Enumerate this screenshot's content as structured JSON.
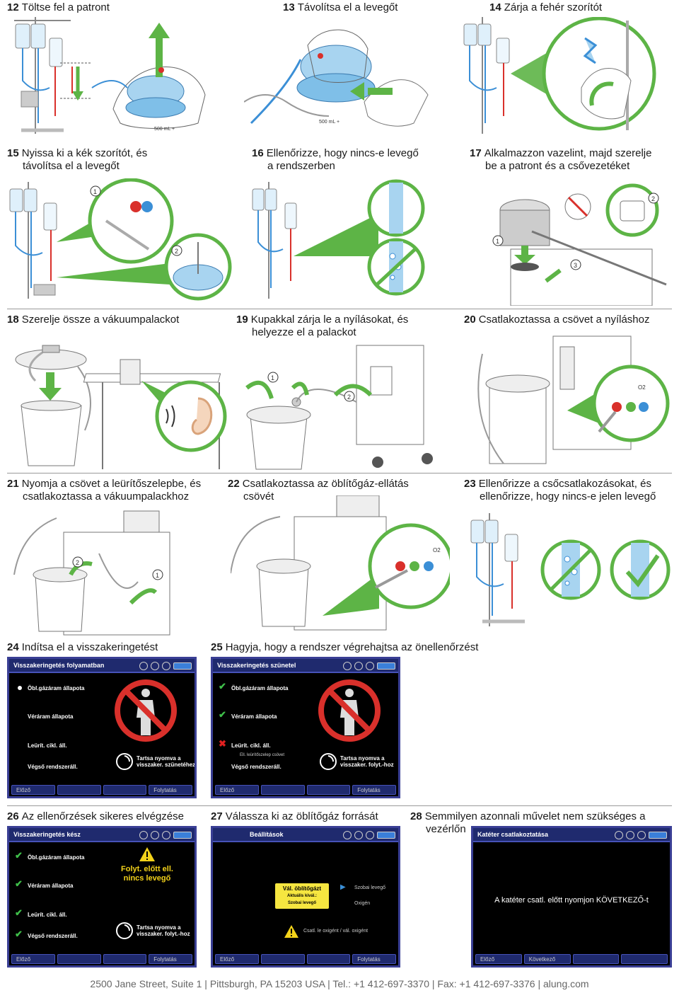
{
  "steps": [
    {
      "num": "12",
      "title": "Töltse fel a patront",
      "line2": ""
    },
    {
      "num": "13",
      "title": "Távolítsa el a levegőt",
      "line2": ""
    },
    {
      "num": "14",
      "title": "Zárja a fehér szorítót",
      "line2": ""
    },
    {
      "num": "15",
      "title": "Nyissa ki a kék szorítót, és",
      "line2": "távolítsa el a levegőt"
    },
    {
      "num": "16",
      "title": "Ellenőrizze, hogy nincs-e levegő",
      "line2": "a rendszerben"
    },
    {
      "num": "17",
      "title": "Alkalmazzon vazelint, majd szerelje",
      "line2": "be a patront és a csővezetéket"
    },
    {
      "num": "18",
      "title": "Szerelje össze a vákuumpalackot",
      "line2": ""
    },
    {
      "num": "19",
      "title": "Kupakkal zárja le a nyílásokat, és",
      "line2": "helyezze el a palackot"
    },
    {
      "num": "20",
      "title": "Csatlakoztassa a csövet a nyíláshoz",
      "line2": ""
    },
    {
      "num": "21",
      "title": "Nyomja a csövet a leürítőszelepbe, és",
      "line2": "csatlakoztassa a vákuumpalackhoz"
    },
    {
      "num": "22",
      "title": "Csatlakoztassa az öblítőgáz-ellátás",
      "line2": "csövét"
    },
    {
      "num": "23",
      "title": "Ellenőrizze a csőcsatlakozásokat, és",
      "line2": "ellenőrizze, hogy nincs-e jelen levegő"
    },
    {
      "num": "24",
      "title": "Indítsa el a visszakeringetést",
      "line2": ""
    },
    {
      "num": "25",
      "title": "Hagyja, hogy a rendszer végrehajtsa az önellenőrzést",
      "line2": ""
    },
    {
      "num": "26",
      "title": "Az ellenőrzések sikeres elvégzése",
      "line2": ""
    },
    {
      "num": "27",
      "title": "Válassza ki az öblítőgáz forrását",
      "line2": ""
    },
    {
      "num": "28",
      "title": "Semmilyen azonnali művelet nem szükséges a",
      "line2": "vezérlőn"
    }
  ],
  "labels": {
    "volume": "500 mL +",
    "n1": "1",
    "n2": "2",
    "n3": "3",
    "o2": "O2"
  },
  "screens": {
    "s24": {
      "title": "Visszakeringetés folyamatban",
      "rows": [
        "Öbl.gázáram állapota",
        "Véráram állapota",
        "Leürít. cikl. áll.",
        "Végső rendszeráll."
      ],
      "reminder": "Tartsa nyomva a visszaker. szünetéhez",
      "prev": "Előző",
      "next": "Folytatás"
    },
    "s25": {
      "title": "Visszakeringetés szünetel",
      "rows": [
        "Öbl.gázáram állapota",
        "Véráram állapota",
        "Leürít. cikl. áll.",
        "Végső rendszeráll."
      ],
      "sub": "Ell. leürítőszelep csövet",
      "reminder": "Tartsa nyomva a visszaker. folyt.-hoz",
      "prev": "Előző",
      "next": "Folytatás"
    },
    "s26": {
      "title": "Visszakeringetés kész",
      "rows": [
        "Öbl.gázáram állapota",
        "Véráram állapota",
        "Leürít. cikl. áll.",
        "Végső rendszeráll."
      ],
      "warning": "Folyt. előtt ell. nincs levegő",
      "reminder": "Tartsa nyomva a visszaker. folyt.-hoz",
      "prev": "Előző",
      "next": "Folytatás"
    },
    "s27": {
      "title": "Beállítások",
      "popup_title": "Vál. öblítőgázt",
      "popup_sub": "Aktuális kivál.:",
      "popup_val": "Szobai levegő",
      "opt1": "Szobai levegő",
      "opt2": "Oxigén",
      "hint": "Csatl. le oxigént / vál. oxigént",
      "prev": "Előző",
      "next": "Folytatás"
    },
    "s28": {
      "title": "Katéter csatlakoztatása",
      "message": "A katéter csatl. előtt nyomjon KÖVETKEZŐ-t",
      "prev": "Előző",
      "next": "Következő"
    }
  },
  "footer": "2500 Jane Street, Suite 1 | Pittsburgh, PA 15203 USA | Tel.: +1 412-697-3370 | Fax: +1 412-697-3376 | alung.com",
  "colors": {
    "green": "#5db446",
    "blue": "#3b8fd6",
    "red": "#d9302b",
    "screen_border": "#3a3f95",
    "check": "#3fbf4a"
  }
}
